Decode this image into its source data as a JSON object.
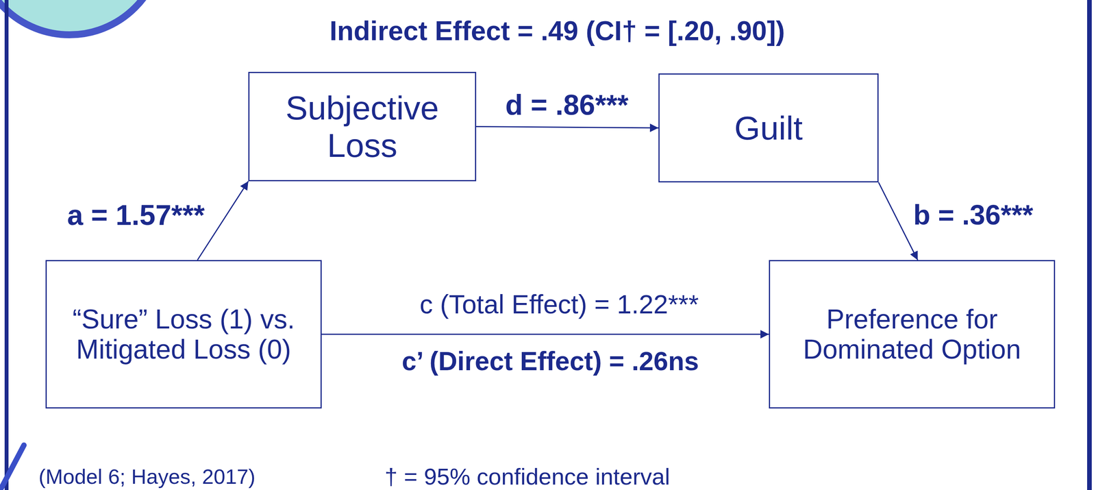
{
  "diagram": {
    "title": "Indirect Effect = .49 (CI† = [.20, .90])",
    "nodes": [
      {
        "text": [
          "Subjective Loss"
        ]
      },
      {
        "text": [
          "Guilt"
        ]
      },
      {
        "text": [
          "“Sure” Loss (1) vs. Mitigated Loss (0)"
        ]
      },
      {
        "text": [
          "Preference for Dominated Option"
        ]
      }
    ],
    "edges": [
      {
        "from": 2,
        "to": 0,
        "label": "a = 1.57***",
        "arrow": "to"
      },
      {
        "from": 0,
        "to": 1,
        "label": "d = .86***",
        "arrow": "to"
      },
      {
        "from": 1,
        "to": 3,
        "label": "b = .36***",
        "arrow": "to"
      },
      {
        "from": 2,
        "to": 3,
        "label": "c (Total Effect) = 1.22***",
        "arrow": "to"
      }
    ],
    "labels": [
      "c’ (Direct Effect) = .26ns",
      "(Model 6; Hayes, 2017)",
      "† = 95% confidence interval"
    ]
  }
}
